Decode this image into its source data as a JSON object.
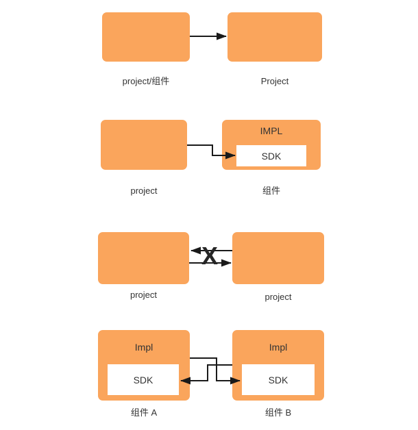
{
  "colors": {
    "box_fill": "#FAA55C",
    "inner_box_fill": "#FFFFFF",
    "text": "#333333",
    "arrow": "#1A1A1A",
    "background": "#FFFFFF"
  },
  "rows": [
    {
      "left_box": {
        "label": "project/组件"
      },
      "right_box": {
        "label": "Project"
      },
      "arrow": {
        "direction": "left-to-right"
      }
    },
    {
      "left_box": {
        "label": "project"
      },
      "right_box": {
        "label": "组件",
        "title": "IMPL",
        "inner_box": "SDK"
      },
      "arrow": {
        "direction": "left-box-to-right-sdk"
      }
    },
    {
      "left_box": {
        "label": "project"
      },
      "right_box": {
        "label": "project"
      },
      "arrows": {
        "upper": "right-to-left",
        "lower": "left-to-right"
      },
      "forbidden_marker": "X"
    },
    {
      "left_box": {
        "label": "组件 A",
        "title": "Impl",
        "inner_box": "SDK"
      },
      "right_box": {
        "label": "组件 B",
        "title": "Impl",
        "inner_box": "SDK"
      },
      "arrows": {
        "a_to_b": "left-box-to-right-sdk",
        "b_to_a": "right-box-to-left-sdk"
      }
    }
  ]
}
